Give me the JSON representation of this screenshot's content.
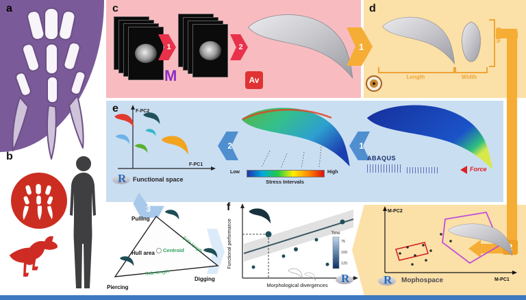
{
  "panel_labels": {
    "a": "a",
    "b": "b",
    "c": "c",
    "d": "d",
    "e": "e",
    "f": "f"
  },
  "logos": {
    "r": "R",
    "mimics": "M",
    "avizo": "Av"
  },
  "steps": {
    "red1": "1",
    "red2": "2",
    "yellow1": "1",
    "yellow2": "2",
    "blue1": "1",
    "blue2": "2",
    "blue3": "3"
  },
  "panel_d": {
    "length": "Length",
    "width": "Width",
    "depth": "Depth"
  },
  "panel_e": {
    "fpc2": "F-PC2",
    "fpc1": "F-PC1",
    "functional_space": "Functional space",
    "low": "Low",
    "high": "High",
    "stress_intervals": "Stress Intervals",
    "abaqus": "ABAQUS",
    "force": "Force"
  },
  "triangle": {
    "pulling": "Pulling",
    "piercing": "Piercing",
    "digging": "Digging",
    "hull_area": "Hull area",
    "centroid": "Centroid",
    "side_length": "Side length"
  },
  "panel_f": {
    "ylabel": "Functional performance",
    "xlabel": "Morphological divergences",
    "time": "Time",
    "time_ticks": [
      "75",
      "100",
      "125"
    ]
  },
  "morphospace": {
    "mpc2": "M-PC2",
    "mpc1": "M-PC1",
    "title": "Mophospace"
  },
  "colors": {
    "panel_a_purple": "#7a5a98",
    "panel_c_pink": "#f8bcc0",
    "panel_d_orange": "#fbe0a8",
    "panel_e_blue": "#cadef2",
    "arrow_red": "#e8314a",
    "arrow_blue": "#4f8fd0",
    "arrow_yellow": "#f5ad35",
    "measure_orange": "#f0a336",
    "accent_red": "#cf2b25",
    "bottom_bar_blue": "#3c79c0"
  }
}
